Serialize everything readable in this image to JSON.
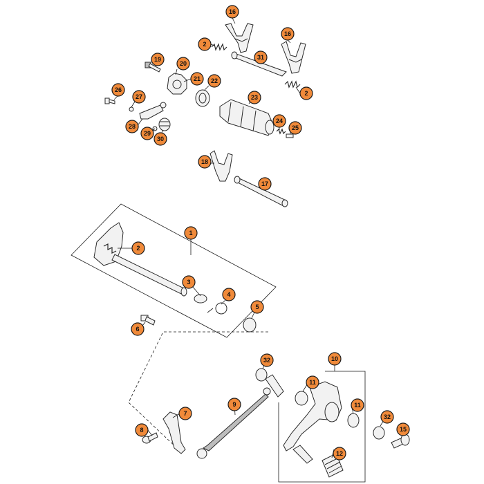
{
  "callouts": {
    "c1": "1",
    "c2a": "2",
    "c2b": "2",
    "c2c": "2",
    "c3": "3",
    "c4": "4",
    "c5": "5",
    "c6": "6",
    "c7": "7",
    "c8": "8",
    "c9": "9",
    "c10": "10",
    "c11a": "11",
    "c11b": "11",
    "c12": "12",
    "c15": "15",
    "c16a": "16",
    "c16b": "16",
    "c17": "17",
    "c18": "18",
    "c19": "19",
    "c20": "20",
    "c21": "21",
    "c22": "22",
    "c23": "23",
    "c24": "24",
    "c25": "25",
    "c26": "26",
    "c27": "27",
    "c28": "28",
    "c29": "29",
    "c30": "30",
    "c31": "31",
    "c32a": "32",
    "c32b": "32"
  },
  "colors": {
    "callout_fill": "#f08a3a",
    "line": "#1a1a1a",
    "part_fill": "#f2f2f2"
  }
}
